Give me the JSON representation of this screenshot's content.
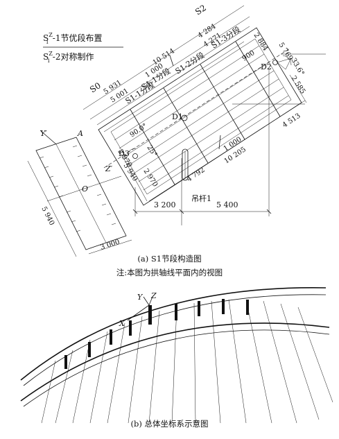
{
  "legend": {
    "top_base": "S",
    "top_sub": "1",
    "top_sup": "Z",
    "top_rest": "-1节优段布置",
    "bottom_base": "S",
    "bottom_sub": "1",
    "bottom_sup": "Z",
    "bottom_rest": "-2对称制作"
  },
  "section_labels": {
    "s0": "S0",
    "s2": "S2"
  },
  "dimensions": {
    "d10514": "10 514",
    "d4284": "4 284",
    "d4271": "4 271",
    "d5931": "5 931",
    "d5001": "5 001",
    "d1000a": "1 000",
    "d2884": "2 884",
    "d5769": "5 769",
    "d900": "900",
    "d2585": "2 585",
    "d4513": "4 513",
    "d1000b": "1 000",
    "d10205": "10 205",
    "d4792": "4 792",
    "d2970a": "2 970",
    "d2970b": "2 970",
    "d5940a": "5 940",
    "d5940b": "5 940",
    "d3000": "3 000",
    "d3200": "3 200",
    "d5400": "5 400"
  },
  "segment_labels": {
    "s1_1": "S1-1分段",
    "s1_2": "S1-2分段",
    "s1_3": "S1-3分段",
    "s1_1b": "S1-1分段"
  },
  "points": {
    "d1": "D1",
    "d2": "D2",
    "d3": "D3"
  },
  "angles": {
    "a336": "33.6°",
    "a90": "90.0°",
    "a25": "25°"
  },
  "axes": {
    "y_prime": "Y′",
    "z_prime": "Z′",
    "a": "A",
    "o": "O",
    "x": "X",
    "y": "Y",
    "z": "Z"
  },
  "hanger_label": "吊杆1",
  "caption_a": "(a) S1节段构造图",
  "note": "注:本图为拱轴线平面内的视图",
  "caption_b": "(b) 总体坐标系示意图"
}
